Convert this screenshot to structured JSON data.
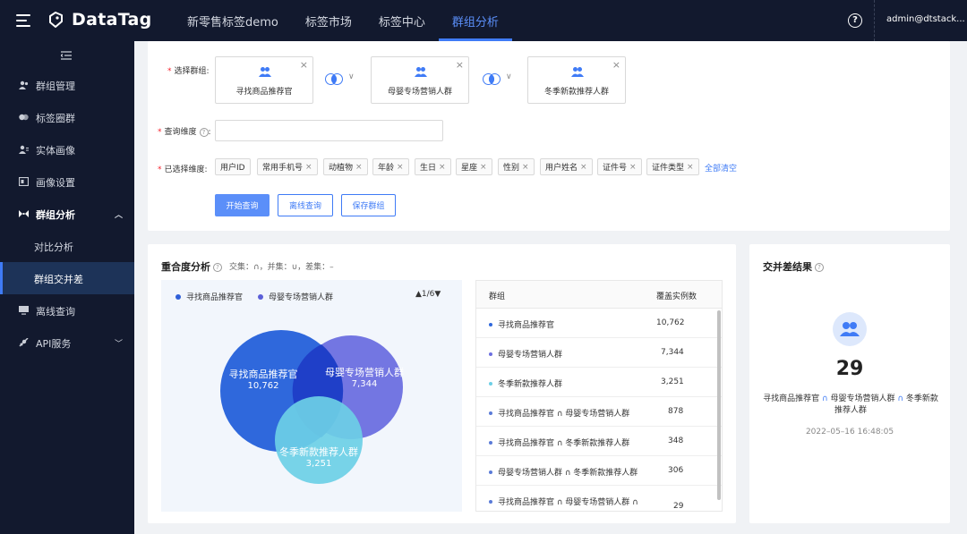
{
  "app": {
    "name": "DataTag",
    "user": "admin@dtstack..."
  },
  "top_nav": [
    {
      "label": "新零售标签demo",
      "active": false
    },
    {
      "label": "标签市场",
      "active": false
    },
    {
      "label": "标签中心",
      "active": false
    },
    {
      "label": "群组分析",
      "active": true
    }
  ],
  "sidebar": {
    "items": [
      {
        "label": "群组管理",
        "icon": "users-icon"
      },
      {
        "label": "标签圈群",
        "icon": "circles-icon"
      },
      {
        "label": "实体画像",
        "icon": "profile-icon"
      },
      {
        "label": "画像设置",
        "icon": "settings-icon"
      },
      {
        "label": "群组分析",
        "icon": "analysis-icon",
        "expanded": true
      },
      {
        "label": "对比分析",
        "sub": true
      },
      {
        "label": "群组交并差",
        "sub": true,
        "selected": true
      },
      {
        "label": "离线查询",
        "icon": "monitor-icon"
      },
      {
        "label": "API服务",
        "icon": "api-icon",
        "has_children": true
      }
    ]
  },
  "form": {
    "select_group_label": "选择群组:",
    "groups": [
      "寻找商品推荐官",
      "母婴专场营销人群",
      "冬季新款推荐人群"
    ],
    "query_dim_label": "查询维度",
    "query_dim_value": "",
    "selected_dims_label": "已选择维度:",
    "selected_dims": [
      "用户ID",
      "常用手机号",
      "动植物",
      "年龄",
      "生日",
      "星座",
      "性别",
      "用户姓名",
      "证件号",
      "证件类型"
    ],
    "clear_all": "全部清空",
    "buttons": {
      "start": "开始查询",
      "offline": "离线查询",
      "save": "保存群组"
    }
  },
  "overlap": {
    "title": "重合度分析",
    "note": "交集：∩，并集：∪，差集：–",
    "legend": [
      {
        "label": "寻找商品推荐官",
        "color": "#2f5fd8"
      },
      {
        "label": "母婴专场营销人群",
        "color": "#5b5fd8"
      }
    ],
    "pager": "▲1/6▼",
    "venn": [
      {
        "name": "寻找商品推荐官",
        "value": "10,762",
        "color": "#2f68dc"
      },
      {
        "name": "母婴专场营销人群",
        "value": "7,344",
        "color": "#6c6fe0"
      },
      {
        "name": "冬季新款推荐人群",
        "value": "3,251",
        "color": "#6ccfe6"
      }
    ]
  },
  "table": {
    "headers": {
      "group": "群组",
      "count": "覆盖实例数"
    },
    "rows": [
      {
        "name": "寻找商品推荐官",
        "count": "10,762",
        "color": "#2f68dc"
      },
      {
        "name": "母婴专场营销人群",
        "count": "7,344",
        "color": "#6c6fe0"
      },
      {
        "name": "冬季新款推荐人群",
        "count": "3,251",
        "color": "#6ccfe6"
      },
      {
        "name": "寻找商品推荐官 ∩ 母婴专场营销人群",
        "count": "878",
        "color": "#5a7bd8"
      },
      {
        "name": "寻找商品推荐官 ∩ 冬季新款推荐人群",
        "count": "348",
        "color": "#5a7bd8"
      },
      {
        "name": "母婴专场营销人群 ∩ 冬季新款推荐人群",
        "count": "306",
        "color": "#5a7bd8"
      },
      {
        "name": "寻找商品推荐官 ∩ 母婴专场营销人群 ∩",
        "count": "29",
        "color": "#5a7bd8"
      }
    ]
  },
  "result": {
    "title": "交并差结果",
    "count": "29",
    "expression": [
      "寻找商品推荐官",
      "∩",
      "母婴专场营销人群",
      "∩",
      "冬季新款推荐人群"
    ],
    "time": "2022–05–16 16:48:05"
  },
  "colors": {
    "accent": "#3f7bf6",
    "nav_bg": "#12192e",
    "sidebar_selected": "#1d3358"
  }
}
